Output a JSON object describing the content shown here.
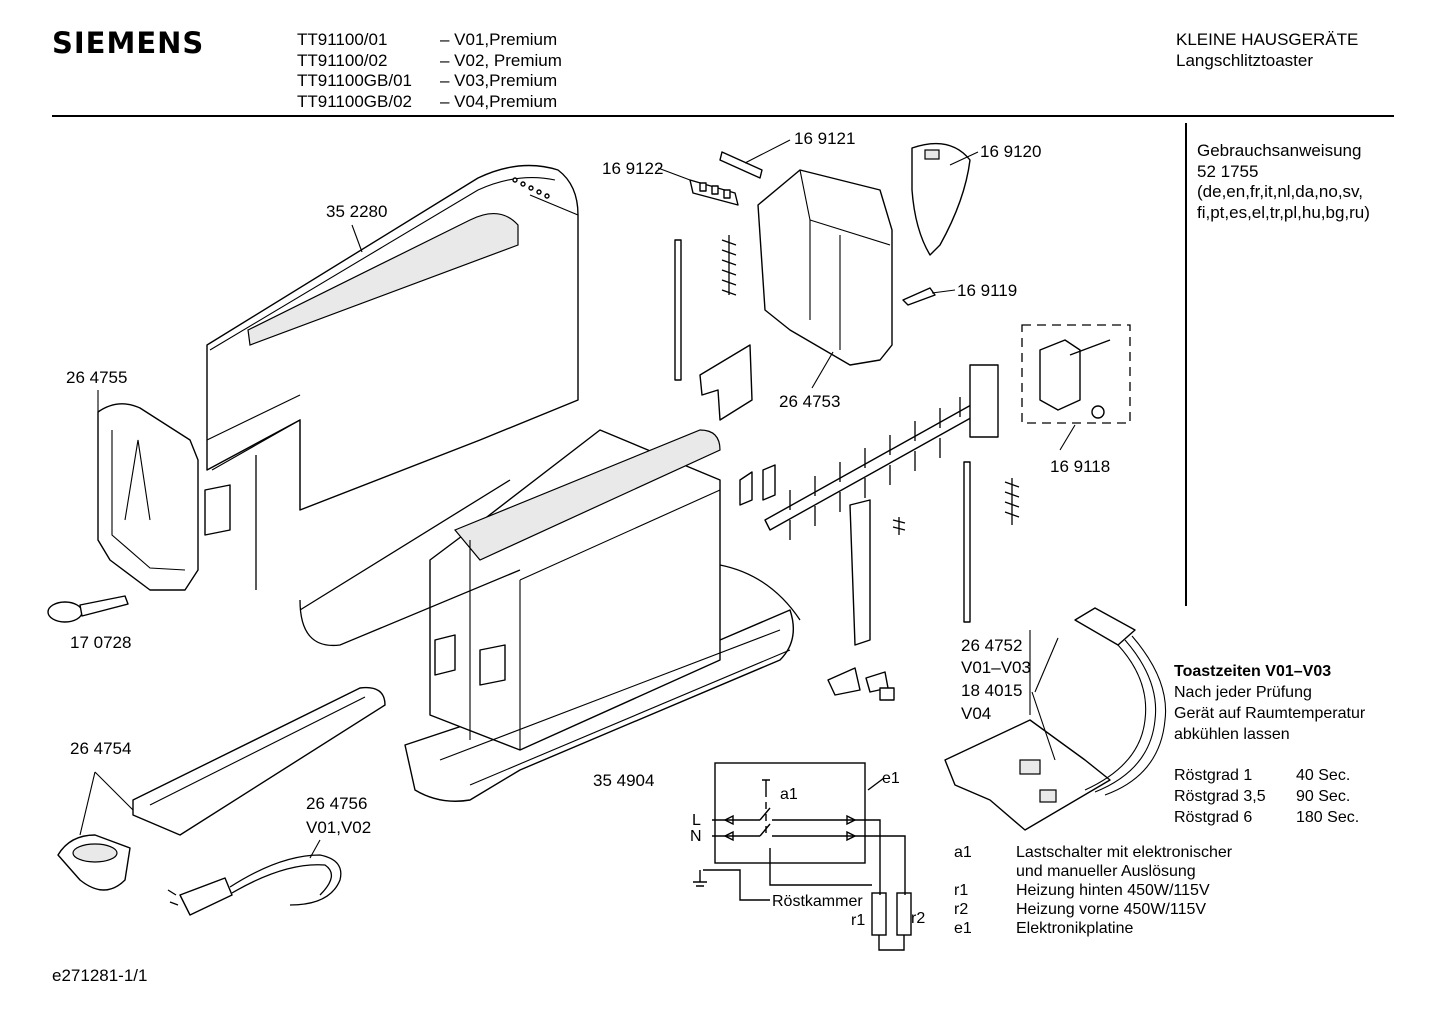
{
  "header": {
    "brand": "SIEMENS",
    "models": [
      {
        "code": "TT91100/01",
        "variant": "– V01,Premium"
      },
      {
        "code": "TT91100/02",
        "variant": "– V02, Premium"
      },
      {
        "code": "TT91100GB/01",
        "variant": "– V03,Premium"
      },
      {
        "code": "TT91100GB/02",
        "variant": "– V04,Premium"
      }
    ],
    "category": "KLEINE HAUSGERÄTE",
    "subcategory": "Langschlitztoaster"
  },
  "manual": {
    "title": "Gebrauchsanweisung",
    "number": "52 1755",
    "languages_1": "(de,en,fr,it,nl,da,no,sv,",
    "languages_2": "fi,pt,es,el,tr,pl,hu,bg,ru)"
  },
  "parts": {
    "p352280": "35 2280",
    "p169122": "16 9122",
    "p169121": "16 9121",
    "p169120": "16 9120",
    "p169119": "16 9119",
    "p264753": "26 4753",
    "p169118": "16 9118",
    "p264755": "26 4755",
    "p170728": "17 0728",
    "p264754": "26 4754",
    "p264756": "26 4756",
    "p264756_variant": "V01,V02",
    "p354904": "35 4904",
    "p264752": "26 4752",
    "p264752_variant": "V01–V03",
    "p184015": "18 4015",
    "p184015_variant": "V04"
  },
  "toast_times": {
    "title": "Toastzeiten V01–V03",
    "note_1": "Nach jeder Prüfung",
    "note_2": "Gerät auf Raumtemperatur",
    "note_3": "abkühlen lassen",
    "rows": [
      {
        "grade": "Röstgrad 1",
        "time": "40 Sec."
      },
      {
        "grade": "Röstgrad 3,5",
        "time": "90 Sec."
      },
      {
        "grade": "Röstgrad 6",
        "time": "180 Sec."
      }
    ]
  },
  "schematic": {
    "a1": "a1",
    "e1": "e1",
    "L": "L",
    "N": "N",
    "chamber": "Röstkammer",
    "r1": "r1",
    "r2": "r2"
  },
  "legend": [
    {
      "key": "a1",
      "text": "Lastschalter mit elektronischer"
    },
    {
      "key": "",
      "text": "und manueller Auslösung"
    },
    {
      "key": "r1",
      "text": "Heizung hinten 450W/115V"
    },
    {
      "key": "r2",
      "text": "Heizung vorne 450W/115V"
    },
    {
      "key": "e1",
      "text": "Elektronikplatine"
    }
  ],
  "footer": "e271281-1/1"
}
